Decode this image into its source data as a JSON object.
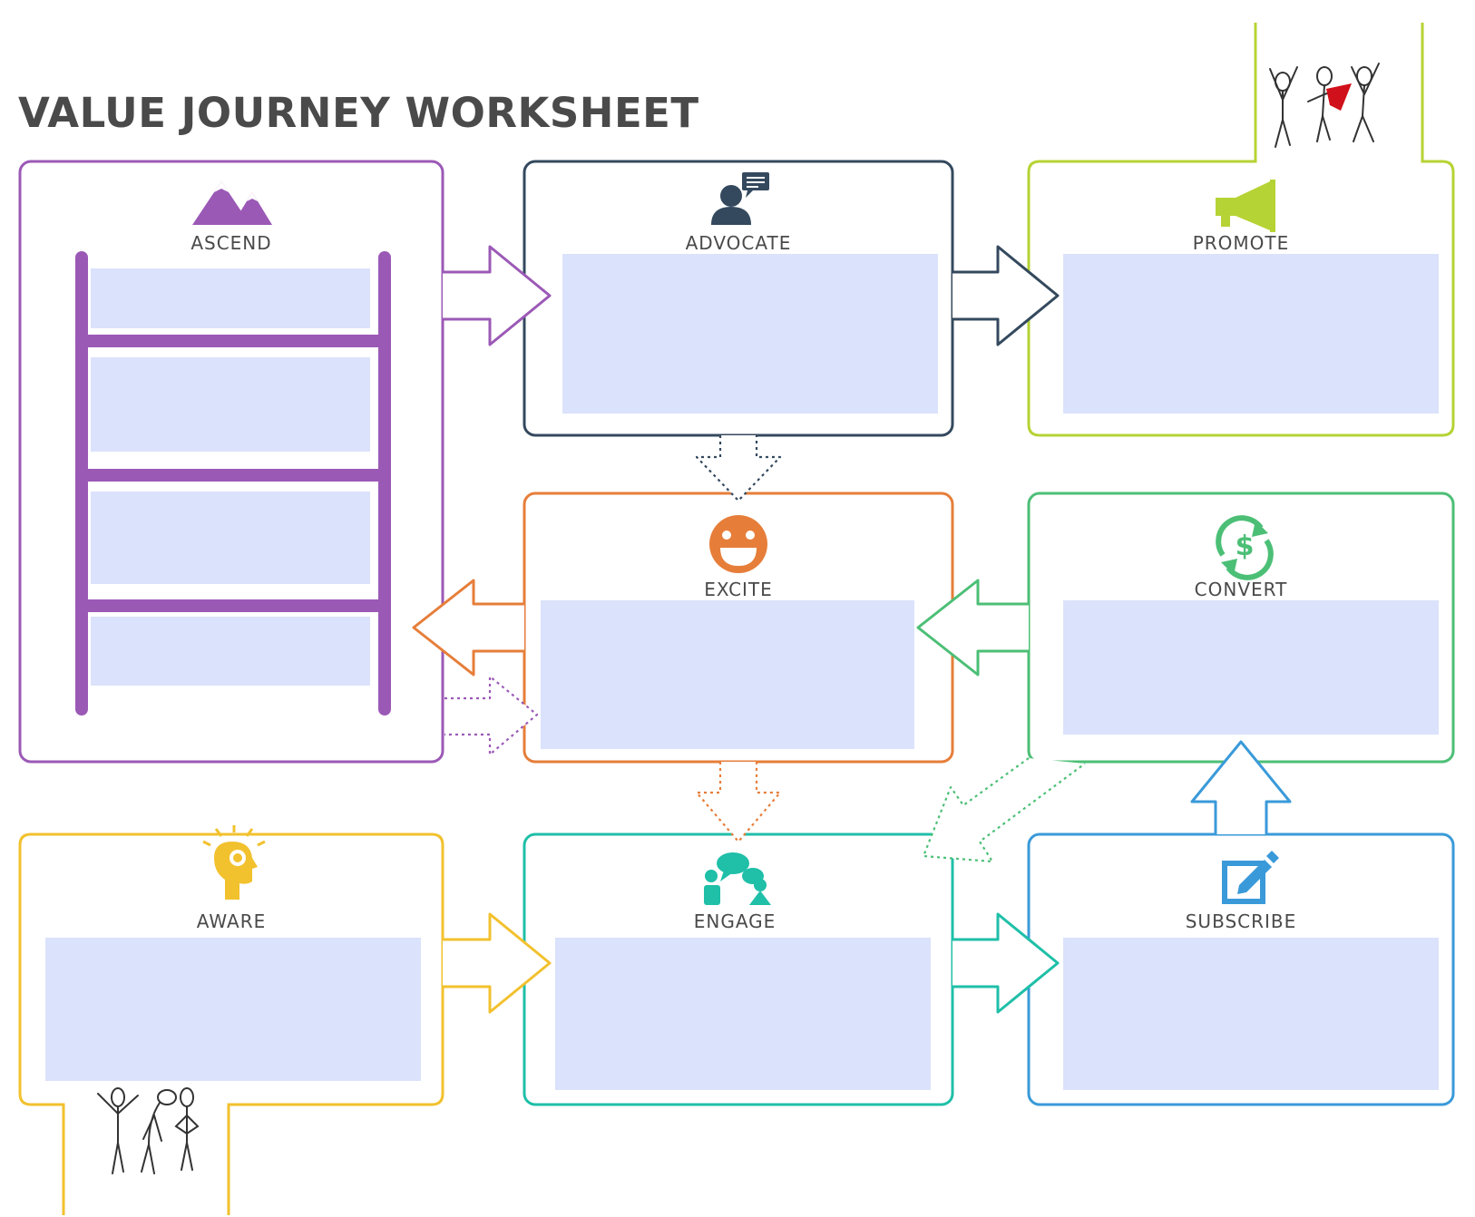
{
  "title": "VALUE JOURNEY WORKSHEET",
  "colors": {
    "ascend": "#9b59b6",
    "advocate": "#34495e",
    "promote": "#b5d334",
    "excite": "#e67e3a",
    "convert": "#4cbf76",
    "aware": "#f2c12e",
    "engage": "#1fbfa8",
    "subscribe": "#3a9ad9",
    "field_fill": "#dbe2fb",
    "title_text": "#4a4a4a"
  },
  "stages": {
    "ascend": {
      "label": "ASCEND",
      "icon": "mountains-icon",
      "fields": [
        "",
        "",
        "",
        ""
      ]
    },
    "advocate": {
      "label": "ADVOCATE",
      "icon": "person-speech-icon",
      "field": ""
    },
    "promote": {
      "label": "PROMOTE",
      "icon": "megaphone-icon",
      "field": ""
    },
    "excite": {
      "label": "EXCITE",
      "icon": "smiley-face-icon",
      "field": ""
    },
    "convert": {
      "label": "CONVERT",
      "icon": "dollar-cycle-icon",
      "field": ""
    },
    "aware": {
      "label": "AWARE",
      "icon": "lightbulb-head-icon",
      "field": ""
    },
    "engage": {
      "label": "ENGAGE",
      "icon": "people-chat-icon",
      "field": ""
    },
    "subscribe": {
      "label": "SUBSCRIBE",
      "icon": "edit-pencil-icon",
      "field": ""
    }
  },
  "illustrations": [
    "celebrating-stick-figures-icon",
    "confused-stick-figures-icon"
  ]
}
